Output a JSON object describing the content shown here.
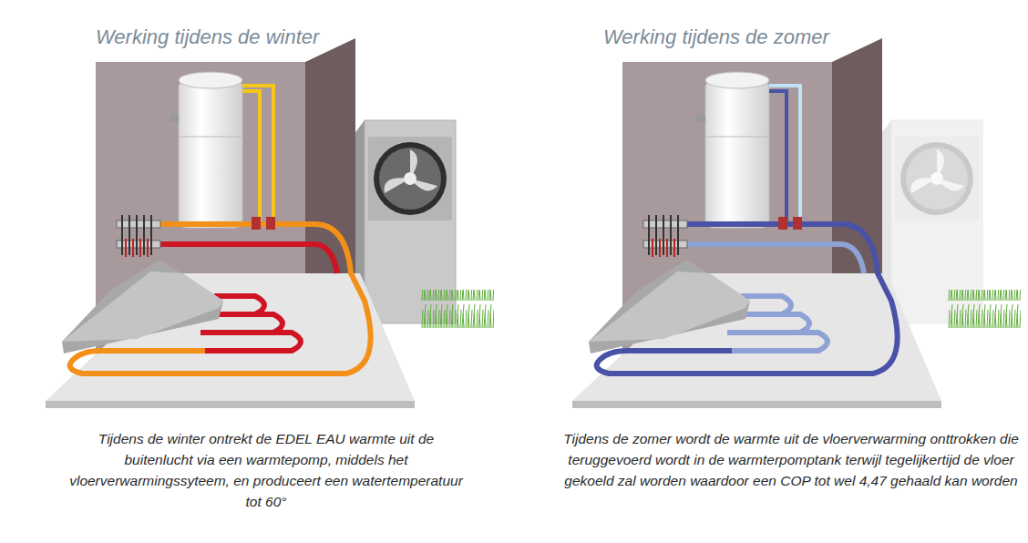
{
  "diagram": {
    "labels": [
      "Werking tijdens de winter",
      "Werking tijdens de zomer",
      "Tijdens de winter ontrekt de EDEL EAU warmte uit de buitenlucht via een warmtepomp, middels het vloerverwarmingssyteem, en produceert een watertemperatuur tot 60°",
      "Tijdens de zomer wordt de warmte uit de vloerverwarming onttrokken die teruggevoerd wordt in de warmterpomptank terwijl tegelijkertijd de vloer gekoeld zal worden waardoor een COP tot wel 4,47 gehaald kan worden"
    ]
  }
}
